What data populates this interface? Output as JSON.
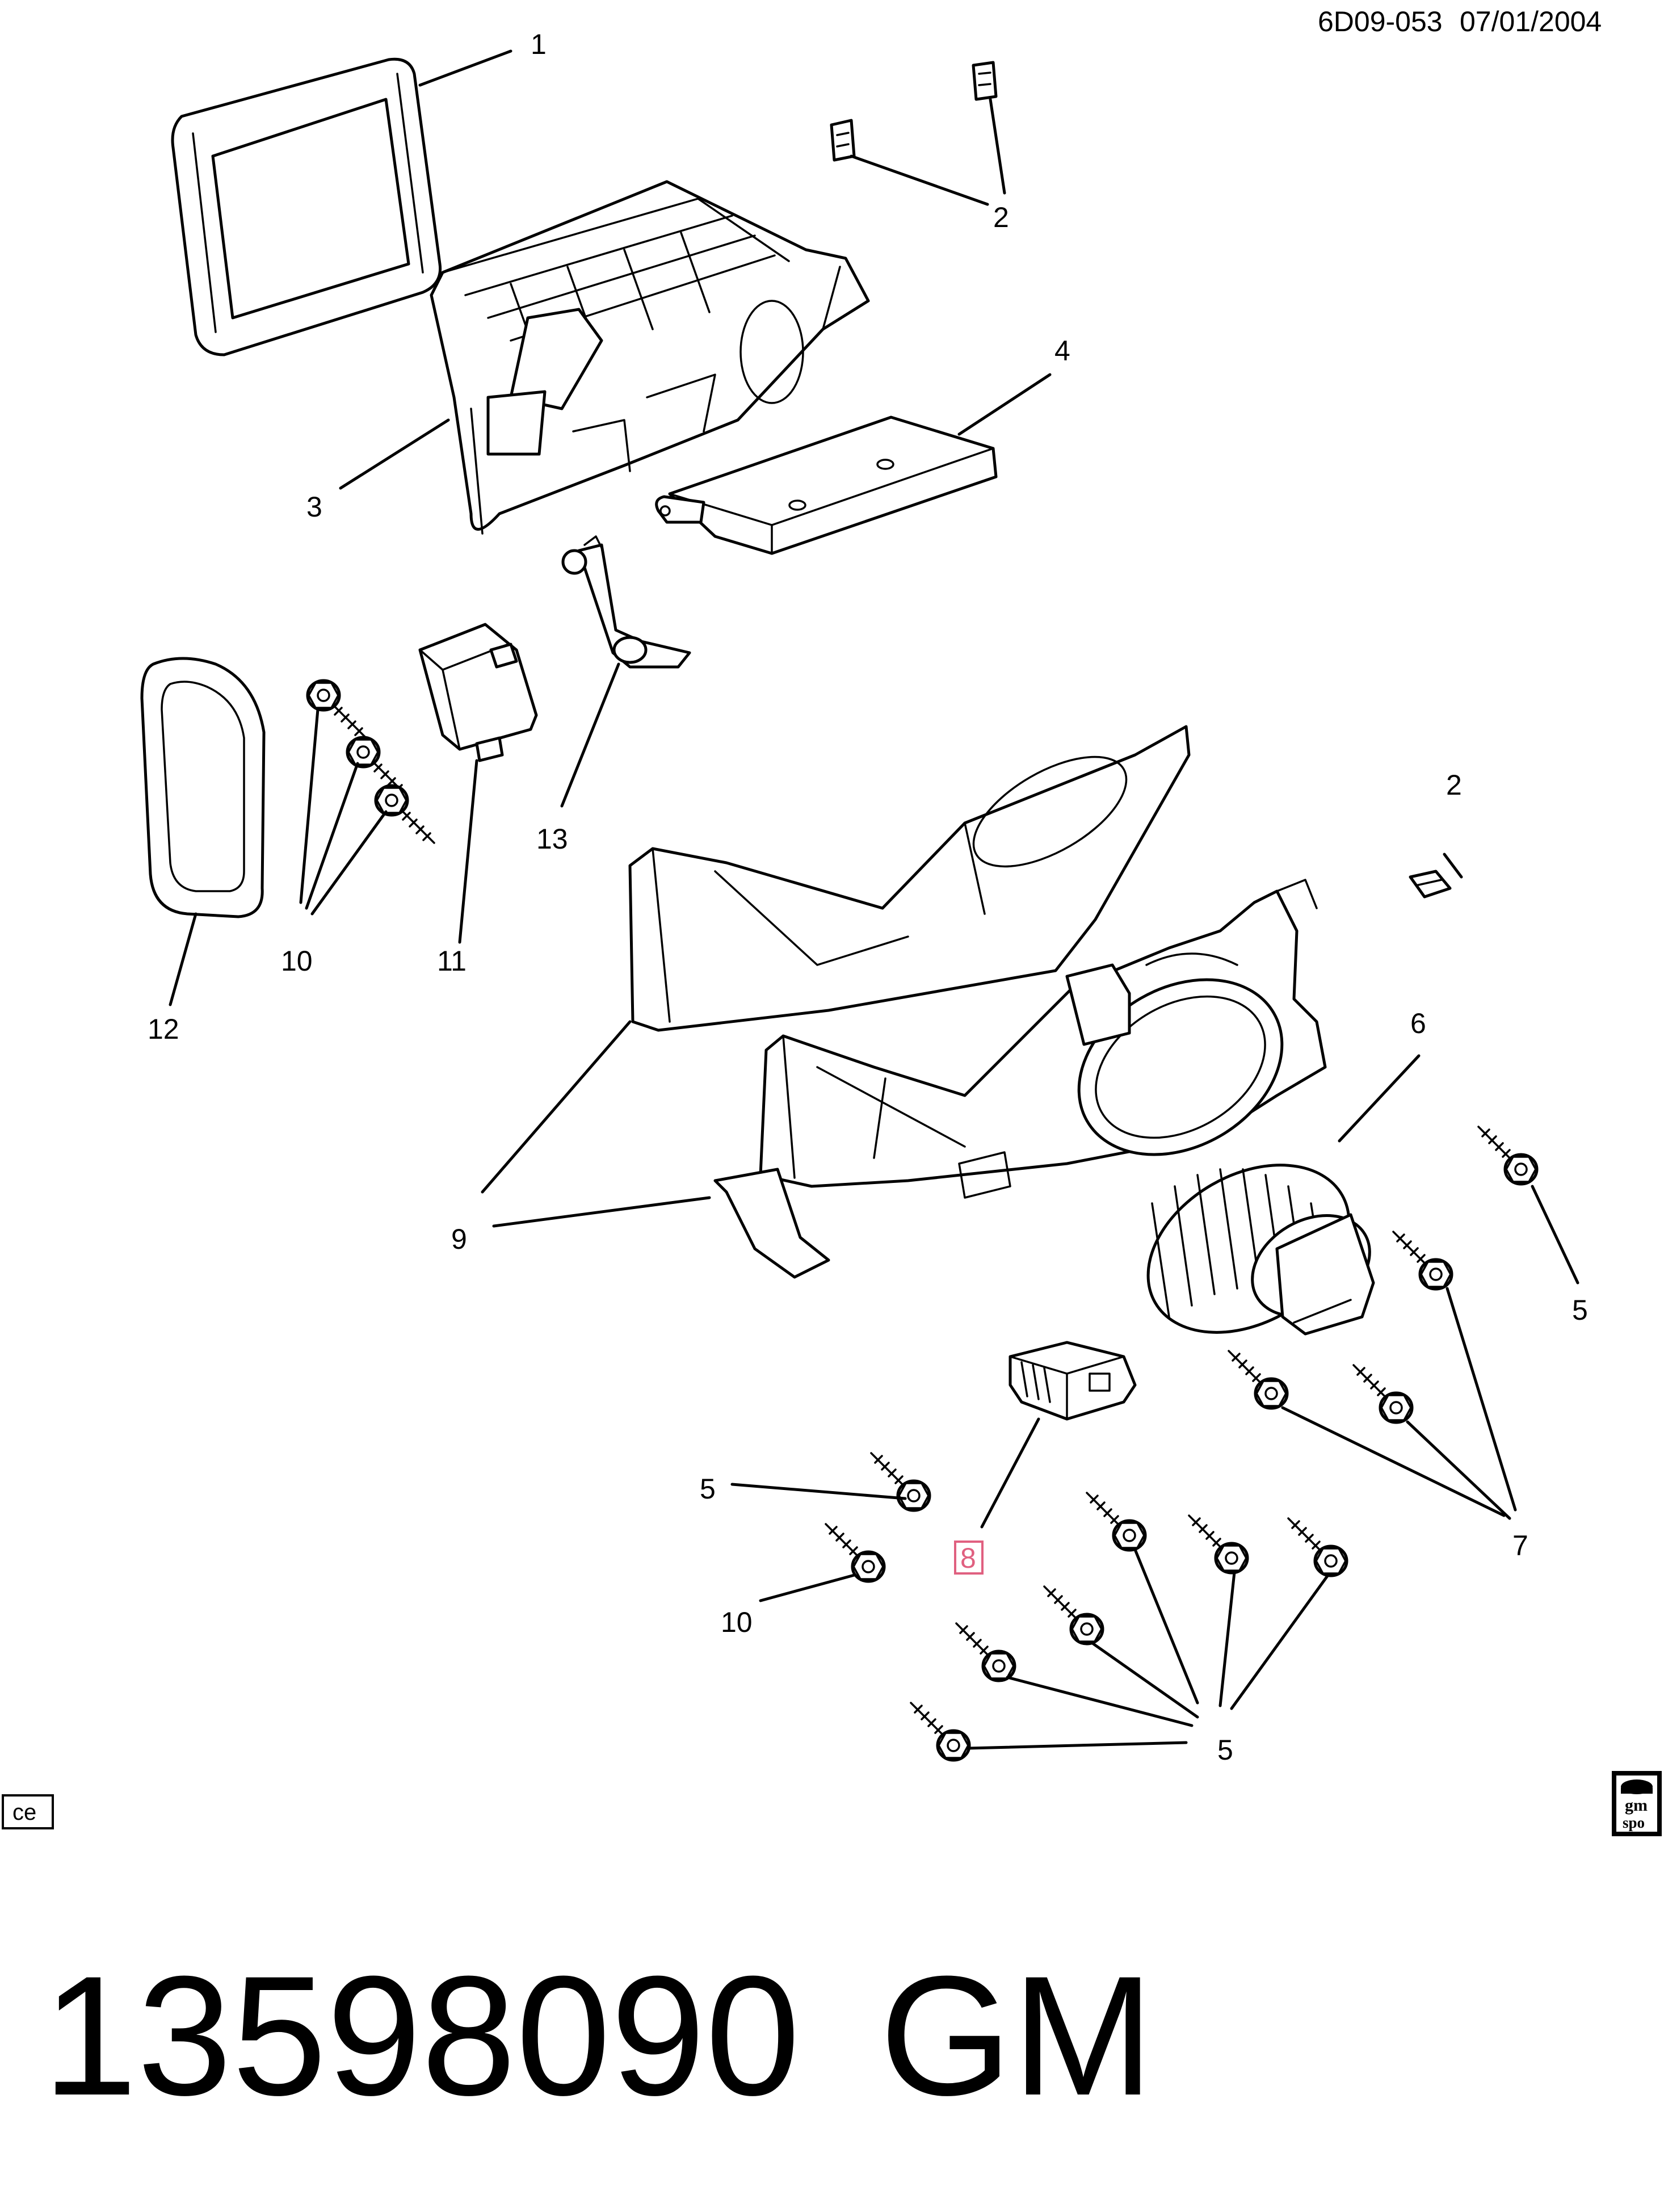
{
  "header": {
    "code": "6D09-053",
    "date": "07/01/2004"
  },
  "callouts": {
    "c1": "1",
    "c2a": "2",
    "c2b": "2",
    "c3": "3",
    "c4": "4",
    "c5a": "5",
    "c5b": "5",
    "c5c": "5",
    "c6": "6",
    "c7": "7",
    "c8": "8",
    "c9": "9",
    "c10a": "10",
    "c10b": "10",
    "c11": "11",
    "c12": "12",
    "c13": "13"
  },
  "footer": {
    "part_number": "13598090",
    "brand": "GM"
  },
  "badges": {
    "left": "ce",
    "right_top": "gm",
    "right_bottom": "spo"
  },
  "colors": {
    "ink": "#000000",
    "highlight": "#e06080"
  }
}
